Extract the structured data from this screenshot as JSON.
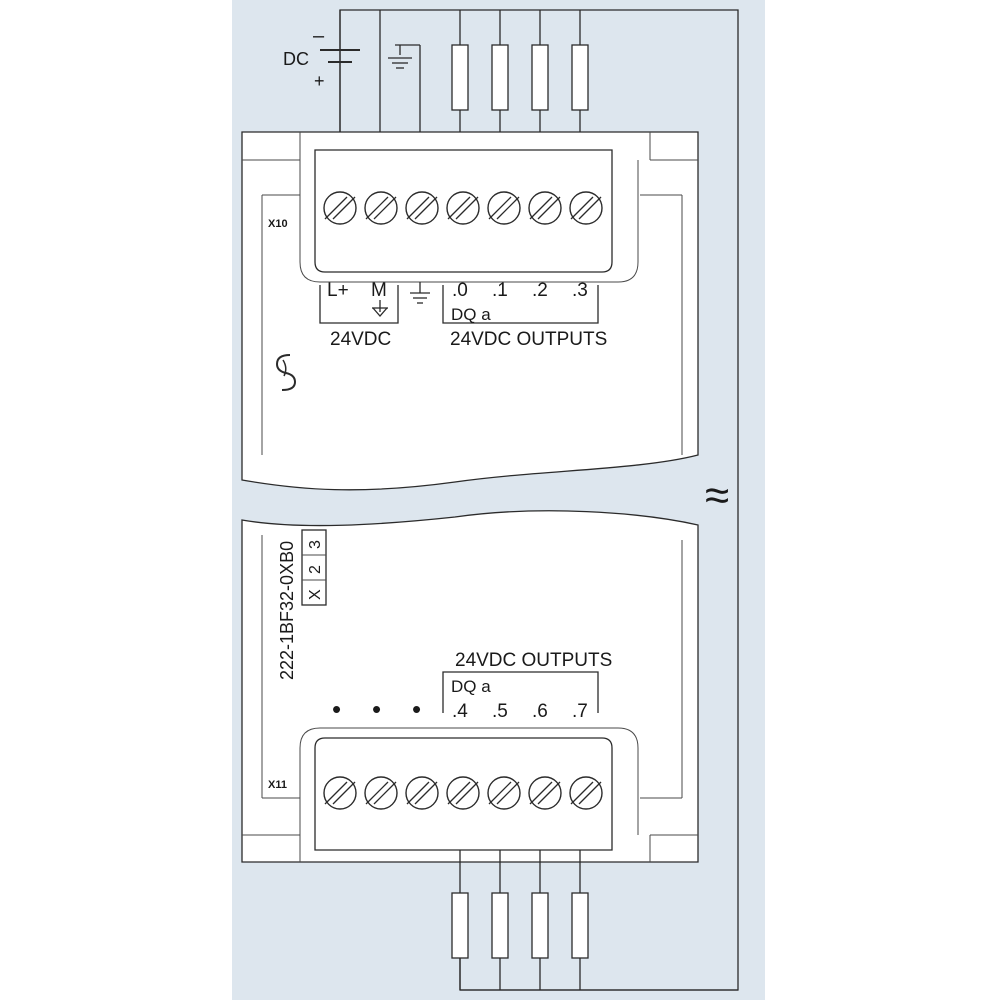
{
  "diagram": {
    "colors": {
      "background": "#ffffff",
      "panel": "#dde6ee",
      "line": "#2b2b2b",
      "module_body": "#ffffff"
    },
    "supply": {
      "dc_label": "DC",
      "minus_label": "–",
      "plus_label": "+"
    },
    "top_connector": {
      "id_label": "X10",
      "terminals": [
        "L+",
        "M",
        ".0",
        ".1",
        ".2",
        ".3"
      ],
      "power_label": "24VDC",
      "group_label": "DQ a",
      "outputs_label": "24VDC OUTPUTS"
    },
    "bottom_connector": {
      "id_label": "X11",
      "outputs_label": "24VDC OUTPUTS",
      "group_label": "DQ a",
      "terminals": [
        ".4",
        ".5",
        ".6",
        ".7"
      ],
      "dots": [
        "•",
        "•",
        "•"
      ]
    },
    "part_number": "222-1BF32-0XB0",
    "version_boxes": [
      "X",
      "2",
      "3"
    ],
    "break_symbol": "≈",
    "logo_icon": "siemens-s-icon"
  }
}
